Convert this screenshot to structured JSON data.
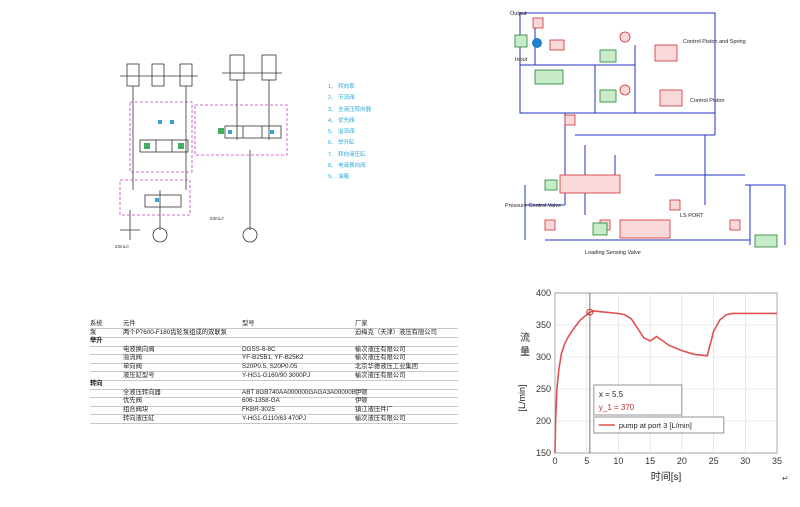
{
  "top_left": {
    "legend_items": [
      "1、 转向泵",
      "2、 节流阀",
      "3、 全液压转向器",
      "4、 优先阀",
      "5、 溢流阀",
      "6、 举升缸",
      "7、 转向液压缸",
      "8、 电液换向阀",
      "9、 油箱"
    ],
    "labels": {
      "flow1": "23mL/r",
      "flow2": "53mL/r"
    }
  },
  "top_right": {
    "labels": {
      "output": "Output",
      "input": "Input",
      "control_piston_spring": "Control Piston and Spring",
      "control_piston": "Control Piston",
      "pressure_control_valve": "Pressure Control Valve",
      "ls_port": "LS PORT",
      "loading_sensing_valve": "Loading Sensing Valve"
    }
  },
  "table": {
    "rows": [
      {
        "c1": "系统",
        "c2": "元件",
        "c3": "型号",
        "c4": "厂家",
        "bold": false
      },
      {
        "c1": "泵",
        "c2": "两个P7600-F180齿轮泵组成的双联泵",
        "c3": "",
        "c4": "迫梅克（天津）液压有限公司",
        "bold": false
      },
      {
        "c1": "举升",
        "c2": "",
        "c3": "",
        "c4": "",
        "bold": true
      },
      {
        "c1": "",
        "c2": "电液换向阀",
        "c3": "DGSS-6-8C",
        "c4": "榆次液压有限公司",
        "bold": false
      },
      {
        "c1": "",
        "c2": "溢流阀",
        "c3": "YF-B25B1, YF-B25K2",
        "c4": "榆次液压有限公司",
        "bold": false
      },
      {
        "c1": "",
        "c2": "单向阀",
        "c3": "S20P0.5, S20P0.05",
        "c4": "北京华德液压工业集团",
        "bold": false
      },
      {
        "c1": "",
        "c2": "液压缸型号",
        "c3": "Y-HG1-G160/90 3000PJ",
        "c4": "榆次液压有限公司",
        "bold": false
      },
      {
        "c1": "转向",
        "c2": "",
        "c3": "",
        "c4": "",
        "bold": true
      },
      {
        "c1": "",
        "c2": "全液压转向器",
        "c3": "ABT 8GB740AA000000GAGA3A00000B",
        "c4": "伊顿",
        "bold": false
      },
      {
        "c1": "",
        "c2": "优先阀",
        "c3": "606-1358-GA",
        "c4": "伊顿",
        "bold": false
      },
      {
        "c1": "",
        "c2": "组合阀块",
        "c3": "FKBR-3025",
        "c4": "镇江液压件厂",
        "bold": false
      },
      {
        "c1": "",
        "c2": "转向液压缸",
        "c3": "Y-HG1-G110/63 470PJ",
        "c4": "榆次液压有限公司",
        "bold": false
      }
    ]
  },
  "chart_data": {
    "type": "line",
    "xlabel": "时间[s]",
    "ylabel": "流量 [L/min]",
    "xlim": [
      0,
      35
    ],
    "ylim": [
      150,
      400
    ],
    "xticks": [
      0,
      5,
      10,
      15,
      20,
      25,
      30,
      35
    ],
    "yticks": [
      150,
      200,
      250,
      300,
      350,
      400
    ],
    "grid": true,
    "series": [
      {
        "name": "pump at port 3 [L/min]",
        "color": "#e05050",
        "x": [
          0,
          0.1,
          0.3,
          0.6,
          1,
          1.5,
          2,
          3,
          4,
          5,
          5.5,
          6,
          8,
          10,
          11,
          12,
          14,
          15,
          16,
          18,
          20,
          22,
          24,
          25,
          26,
          27,
          28,
          30,
          32,
          35
        ],
        "y": [
          150,
          200,
          250,
          280,
          305,
          320,
          330,
          345,
          358,
          366,
          370,
          372,
          370,
          368,
          366,
          360,
          330,
          325,
          332,
          318,
          310,
          304,
          302,
          340,
          358,
          366,
          368,
          368,
          368,
          368
        ]
      }
    ],
    "marker": {
      "x_label": "x",
      "x_value": "= 5.5",
      "y_label": "y_1",
      "y_value": "= 370"
    },
    "legend_position": "bottom-right"
  }
}
